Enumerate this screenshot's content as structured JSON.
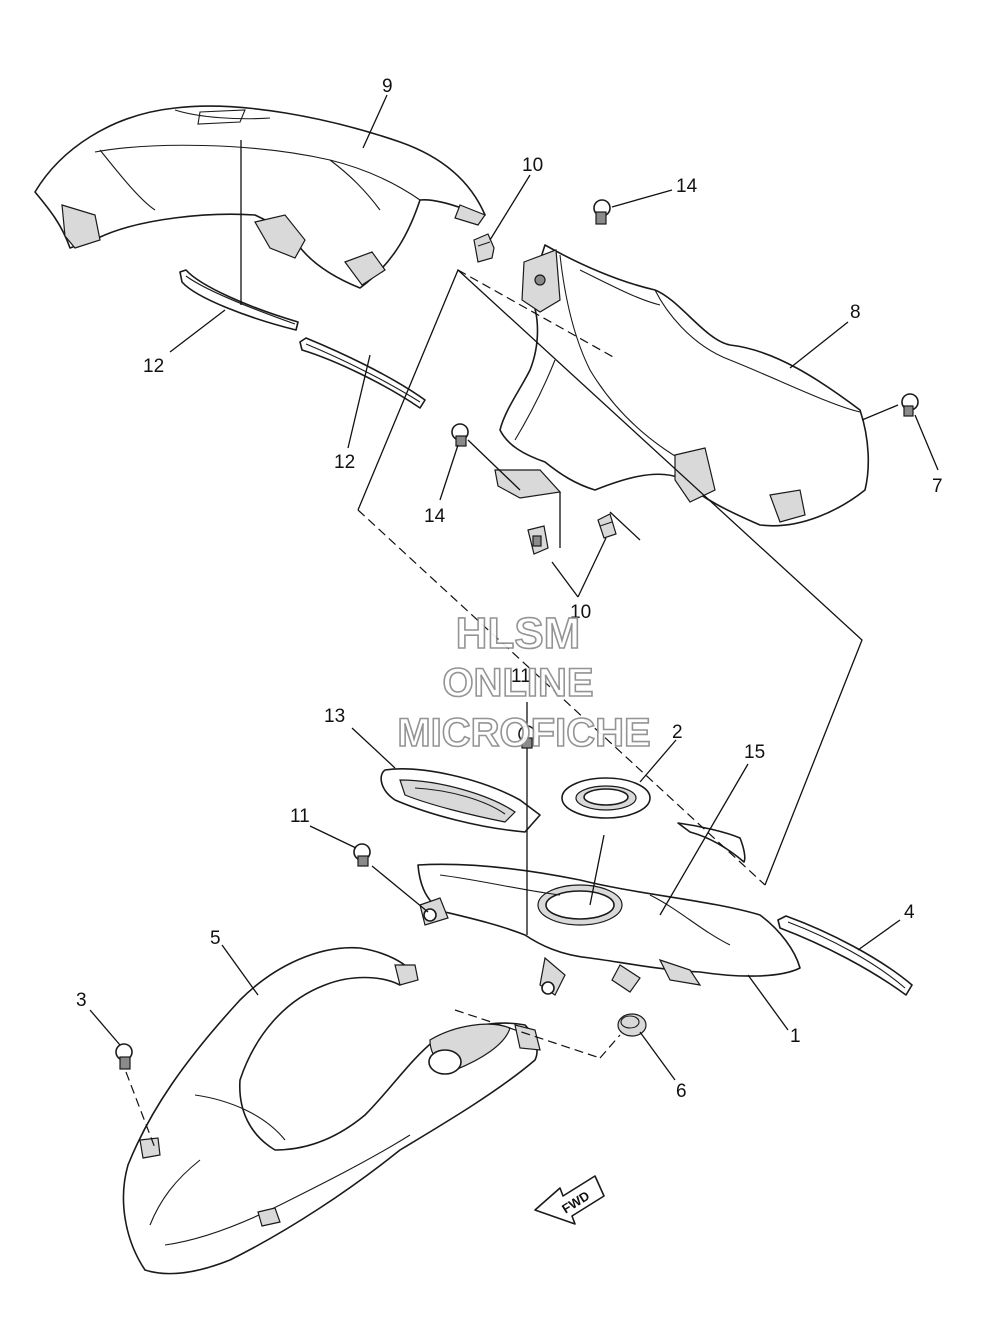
{
  "callouts": {
    "c1": "1",
    "c2": "2",
    "c3": "3",
    "c4": "4",
    "c5": "5",
    "c6": "6",
    "c7": "7",
    "c8": "8",
    "c9": "9",
    "c10a": "10",
    "c10b": "10",
    "c11a": "11",
    "c11b": "11",
    "c12a": "12",
    "c12b": "12",
    "c13": "13",
    "c14a": "14",
    "c14b": "14",
    "c15": "15"
  },
  "watermark": {
    "line1": "HLSM",
    "line2": "ONLINE",
    "line3": "MICROFICHE"
  },
  "fwd_label": "FWD"
}
